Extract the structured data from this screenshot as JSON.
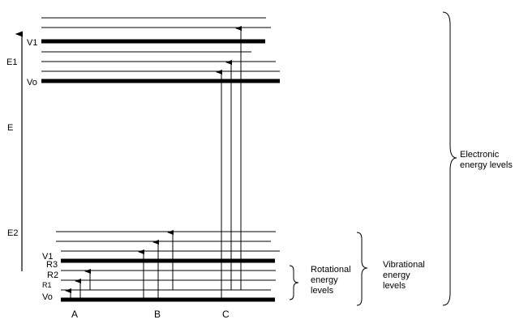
{
  "axis_labels": {
    "e1": "E1",
    "e": "E",
    "e2": "E2"
  },
  "upper_state": {
    "v1": "V1",
    "v0": "Vo"
  },
  "lower_state": {
    "v1": "V1",
    "r3": "R3",
    "r2": "R2",
    "r1": "R1",
    "v0": "Vo"
  },
  "transition_groups": {
    "a": "A",
    "b": "B",
    "c": "C"
  },
  "brackets": {
    "rotational": [
      "Rotational",
      "energy",
      "levels"
    ],
    "vibrational": [
      "Vibrational",
      "energy",
      "levels"
    ],
    "electronic": [
      "Electronic",
      "energy levels"
    ]
  }
}
